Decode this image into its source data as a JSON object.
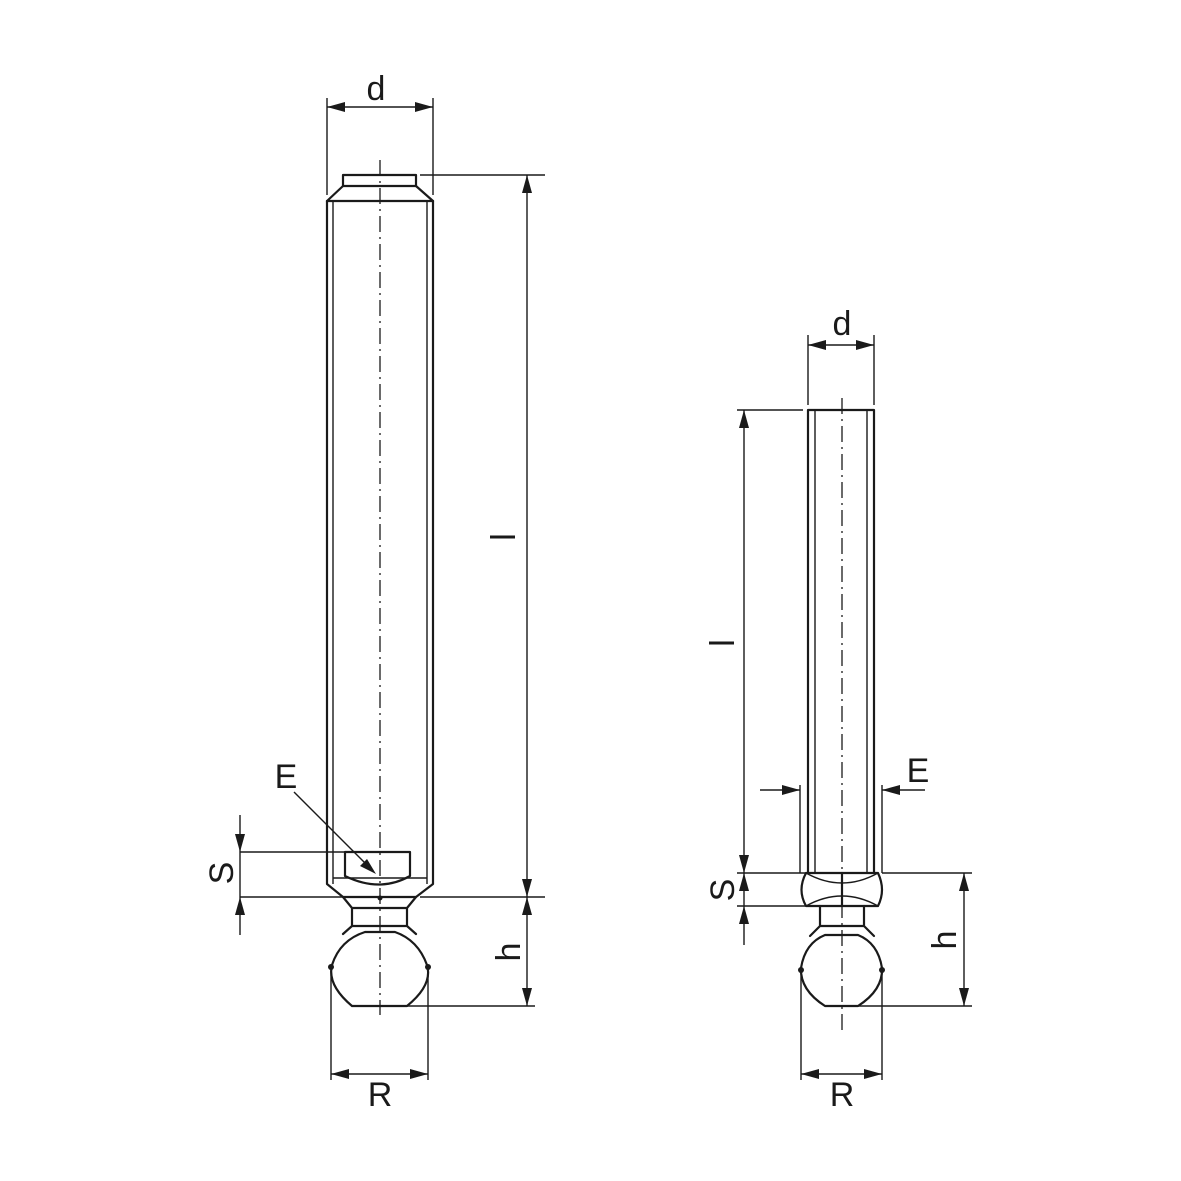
{
  "drawing": {
    "left_part": {
      "labels": {
        "d": "d",
        "l": "l",
        "E": "E",
        "S": "S",
        "h": "h",
        "R": "R"
      }
    },
    "right_part": {
      "labels": {
        "d": "d",
        "l": "l",
        "E": "E",
        "S": "S",
        "h": "h",
        "R": "R"
      }
    }
  },
  "colors": {
    "line": "#1a1a1a",
    "background": "#ffffff"
  }
}
